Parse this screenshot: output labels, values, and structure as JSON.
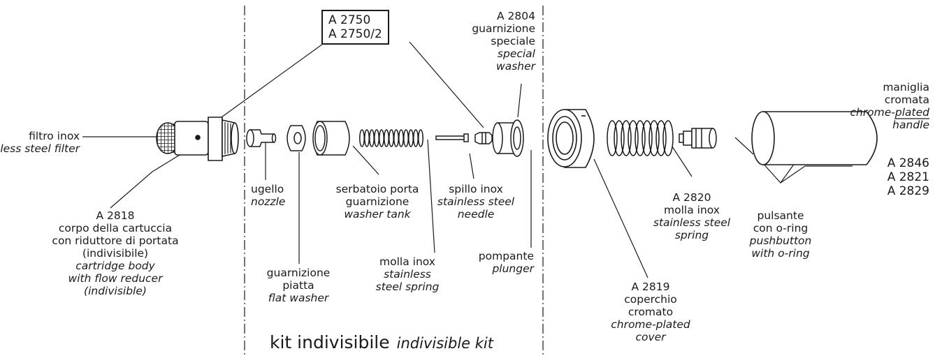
{
  "labels": {
    "filtro": {
      "it": "filtro inox",
      "en": "stainless steel filter"
    },
    "corpo": {
      "code": "A 2818",
      "l1": "corpo della cartuccia",
      "l2": "con riduttore di portata",
      "l3": "(indivisibile)",
      "en1": "cartridge body",
      "en2": "with flow reducer",
      "en3": "(indivisible)"
    },
    "box": {
      "l1": "A 2750",
      "l2": "A 2750/2"
    },
    "ugello": {
      "it": "ugello",
      "en": "nozzle"
    },
    "guarnizione_piatta": {
      "l1": "guarnizione",
      "l2": "piatta",
      "en": "flat washer"
    },
    "serbatoio": {
      "l1": "serbatoio porta",
      "l2": "guarnizione",
      "en": "washer tank"
    },
    "molla_kit": {
      "it": "molla inox",
      "en1": "stainless",
      "en2": "steel spring"
    },
    "spillo": {
      "it": "spillo inox",
      "en1": "stainless steel",
      "en2": "needle"
    },
    "pompante": {
      "it": "pompante",
      "en": "plunger"
    },
    "a2804": {
      "code": "A 2804",
      "l1": "guarnizione",
      "l2": "speciale",
      "en1": "special",
      "en2": "washer"
    },
    "a2819": {
      "code": "A 2819",
      "l1": "coperchio",
      "l2": "cromato",
      "en1": "chrome-plated",
      "en2": "cover"
    },
    "a2820": {
      "code": "A 2820",
      "l1": "molla inox",
      "en1": "stainless steel",
      "en2": "spring"
    },
    "pulsante": {
      "l1": "pulsante",
      "l2": "con o-ring",
      "en1": "pushbutton",
      "en2": "with o-ring"
    },
    "maniglia": {
      "l1": "maniglia",
      "l2": "cromata",
      "en1": "chrome-plated",
      "en2": "handle"
    },
    "codes_right": {
      "c1": "A 2846",
      "c2": "A 2821",
      "c3": "A 2829"
    },
    "kit": {
      "it": "kit indivisibile",
      "en": "indivisible kit"
    }
  }
}
